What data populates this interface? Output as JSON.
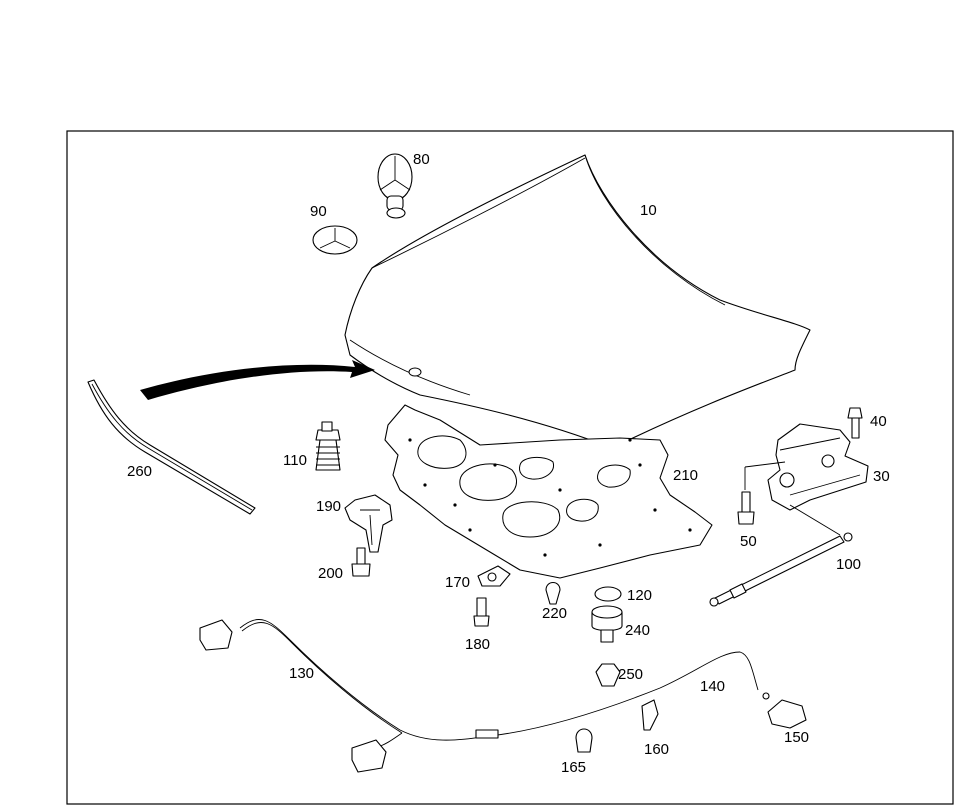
{
  "diagram": {
    "labels": {
      "p10": "10",
      "p30": "30",
      "p40": "40",
      "p50": "50",
      "p80": "80",
      "p90": "90",
      "p100": "100",
      "p110": "110",
      "p120": "120",
      "p130": "130",
      "p140": "140",
      "p150": "150",
      "p160": "160",
      "p165": "165",
      "p170": "170",
      "p180": "180",
      "p190": "190",
      "p200": "200",
      "p210": "210",
      "p220": "220",
      "p240": "240",
      "p250": "250",
      "p260": "260"
    }
  }
}
